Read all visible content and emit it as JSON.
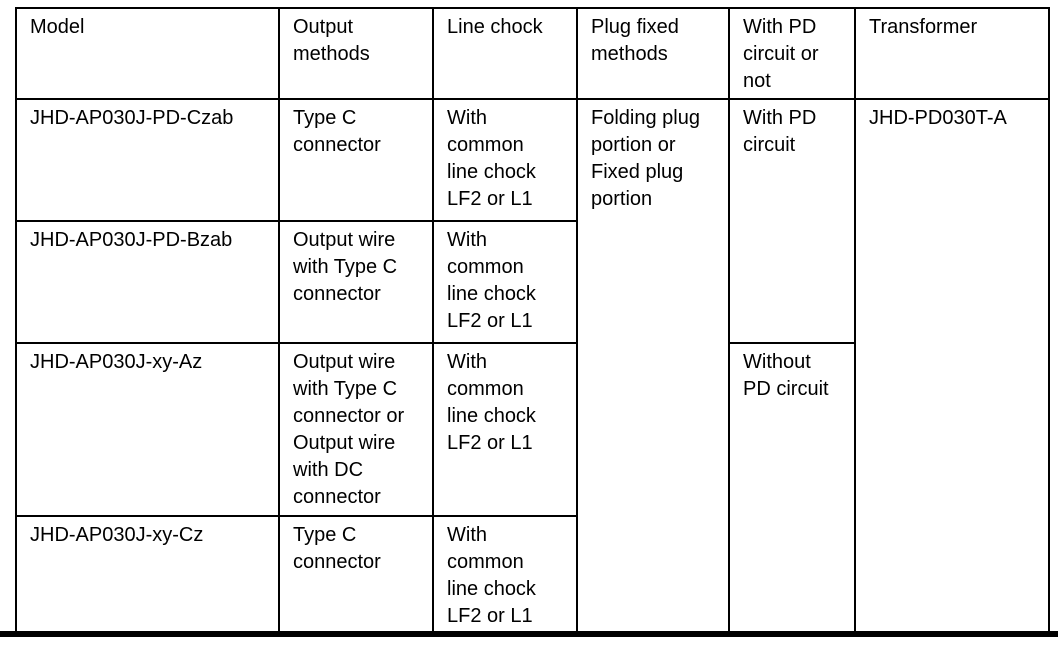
{
  "page": {
    "background_color": "#ffffff",
    "grid_color": "#000000",
    "text_color": "#000000"
  },
  "table": {
    "headers": [
      "Model",
      "Output\nmethods",
      "Line chock",
      "Plug fixed\nmethods",
      "With PD\ncircuit or\nnot",
      "Transformer"
    ],
    "rows": [
      {
        "model": "JHD-AP030J-PD-Czab",
        "output_methods": "Type C\nconnector",
        "line_chock": "With\ncommon\nline chock\nLF2 or L1"
      },
      {
        "model": "JHD-AP030J-PD-Bzab",
        "output_methods": "Output wire\nwith Type C\nconnector",
        "line_chock": "With\ncommon\nline chock\nLF2 or L1"
      },
      {
        "model": "JHD-AP030J-xy-Az",
        "output_methods": "Output wire\nwith Type C\nconnector or\nOutput wire\nwith DC\nconnector",
        "line_chock": "With\ncommon\nline chock\nLF2 or L1"
      },
      {
        "model": "JHD-AP030J-xy-Cz",
        "output_methods": "Type C\nconnector",
        "line_chock": "With\ncommon\nline chock\nLF2 or L1"
      }
    ],
    "merged_cells": {
      "plug_fixed_methods": "Folding plug\nportion or\nFixed plug\nportion",
      "with_pd_circuit": "With PD\ncircuit",
      "without_pd_circuit": "Without\nPD circuit",
      "transformer": "JHD-PD030T-A"
    }
  }
}
